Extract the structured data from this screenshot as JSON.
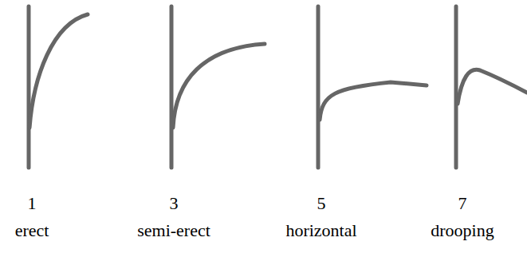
{
  "diagram": {
    "labels": [
      "1",
      "erect",
      "3",
      "semi-erect",
      "5",
      "horizontal",
      "7",
      "drooping"
    ]
  }
}
